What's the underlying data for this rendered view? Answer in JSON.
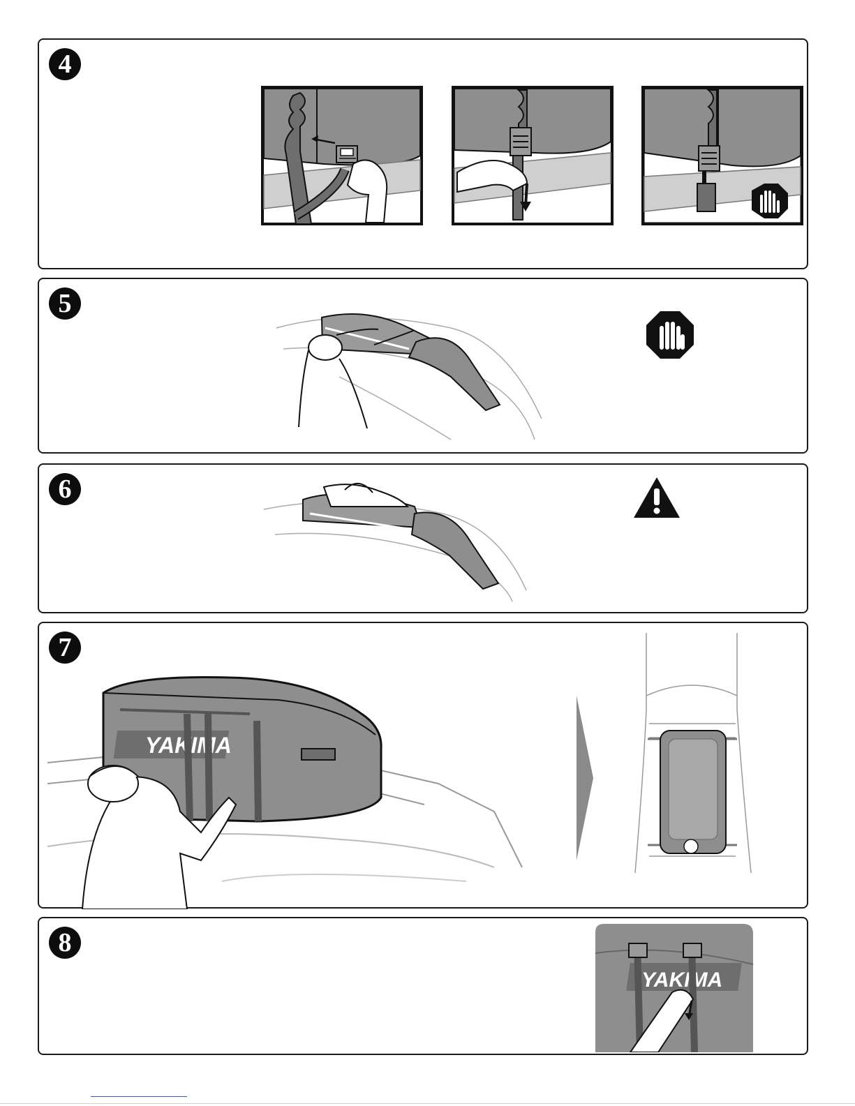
{
  "steps": [
    {
      "number": "4"
    },
    {
      "number": "5"
    },
    {
      "number": "6"
    },
    {
      "number": "7"
    },
    {
      "number": "8"
    }
  ],
  "brand": {
    "logo_text": "YAKIMA"
  },
  "colors": {
    "bag": "#8e8e8e",
    "bag_dark": "#6e6e6e",
    "outline": "#1a1a1a",
    "car_line": "#9a9a9a"
  },
  "icons": [
    "stop-hand-icon",
    "warning-triangle-icon",
    "arrow-right-icon"
  ]
}
